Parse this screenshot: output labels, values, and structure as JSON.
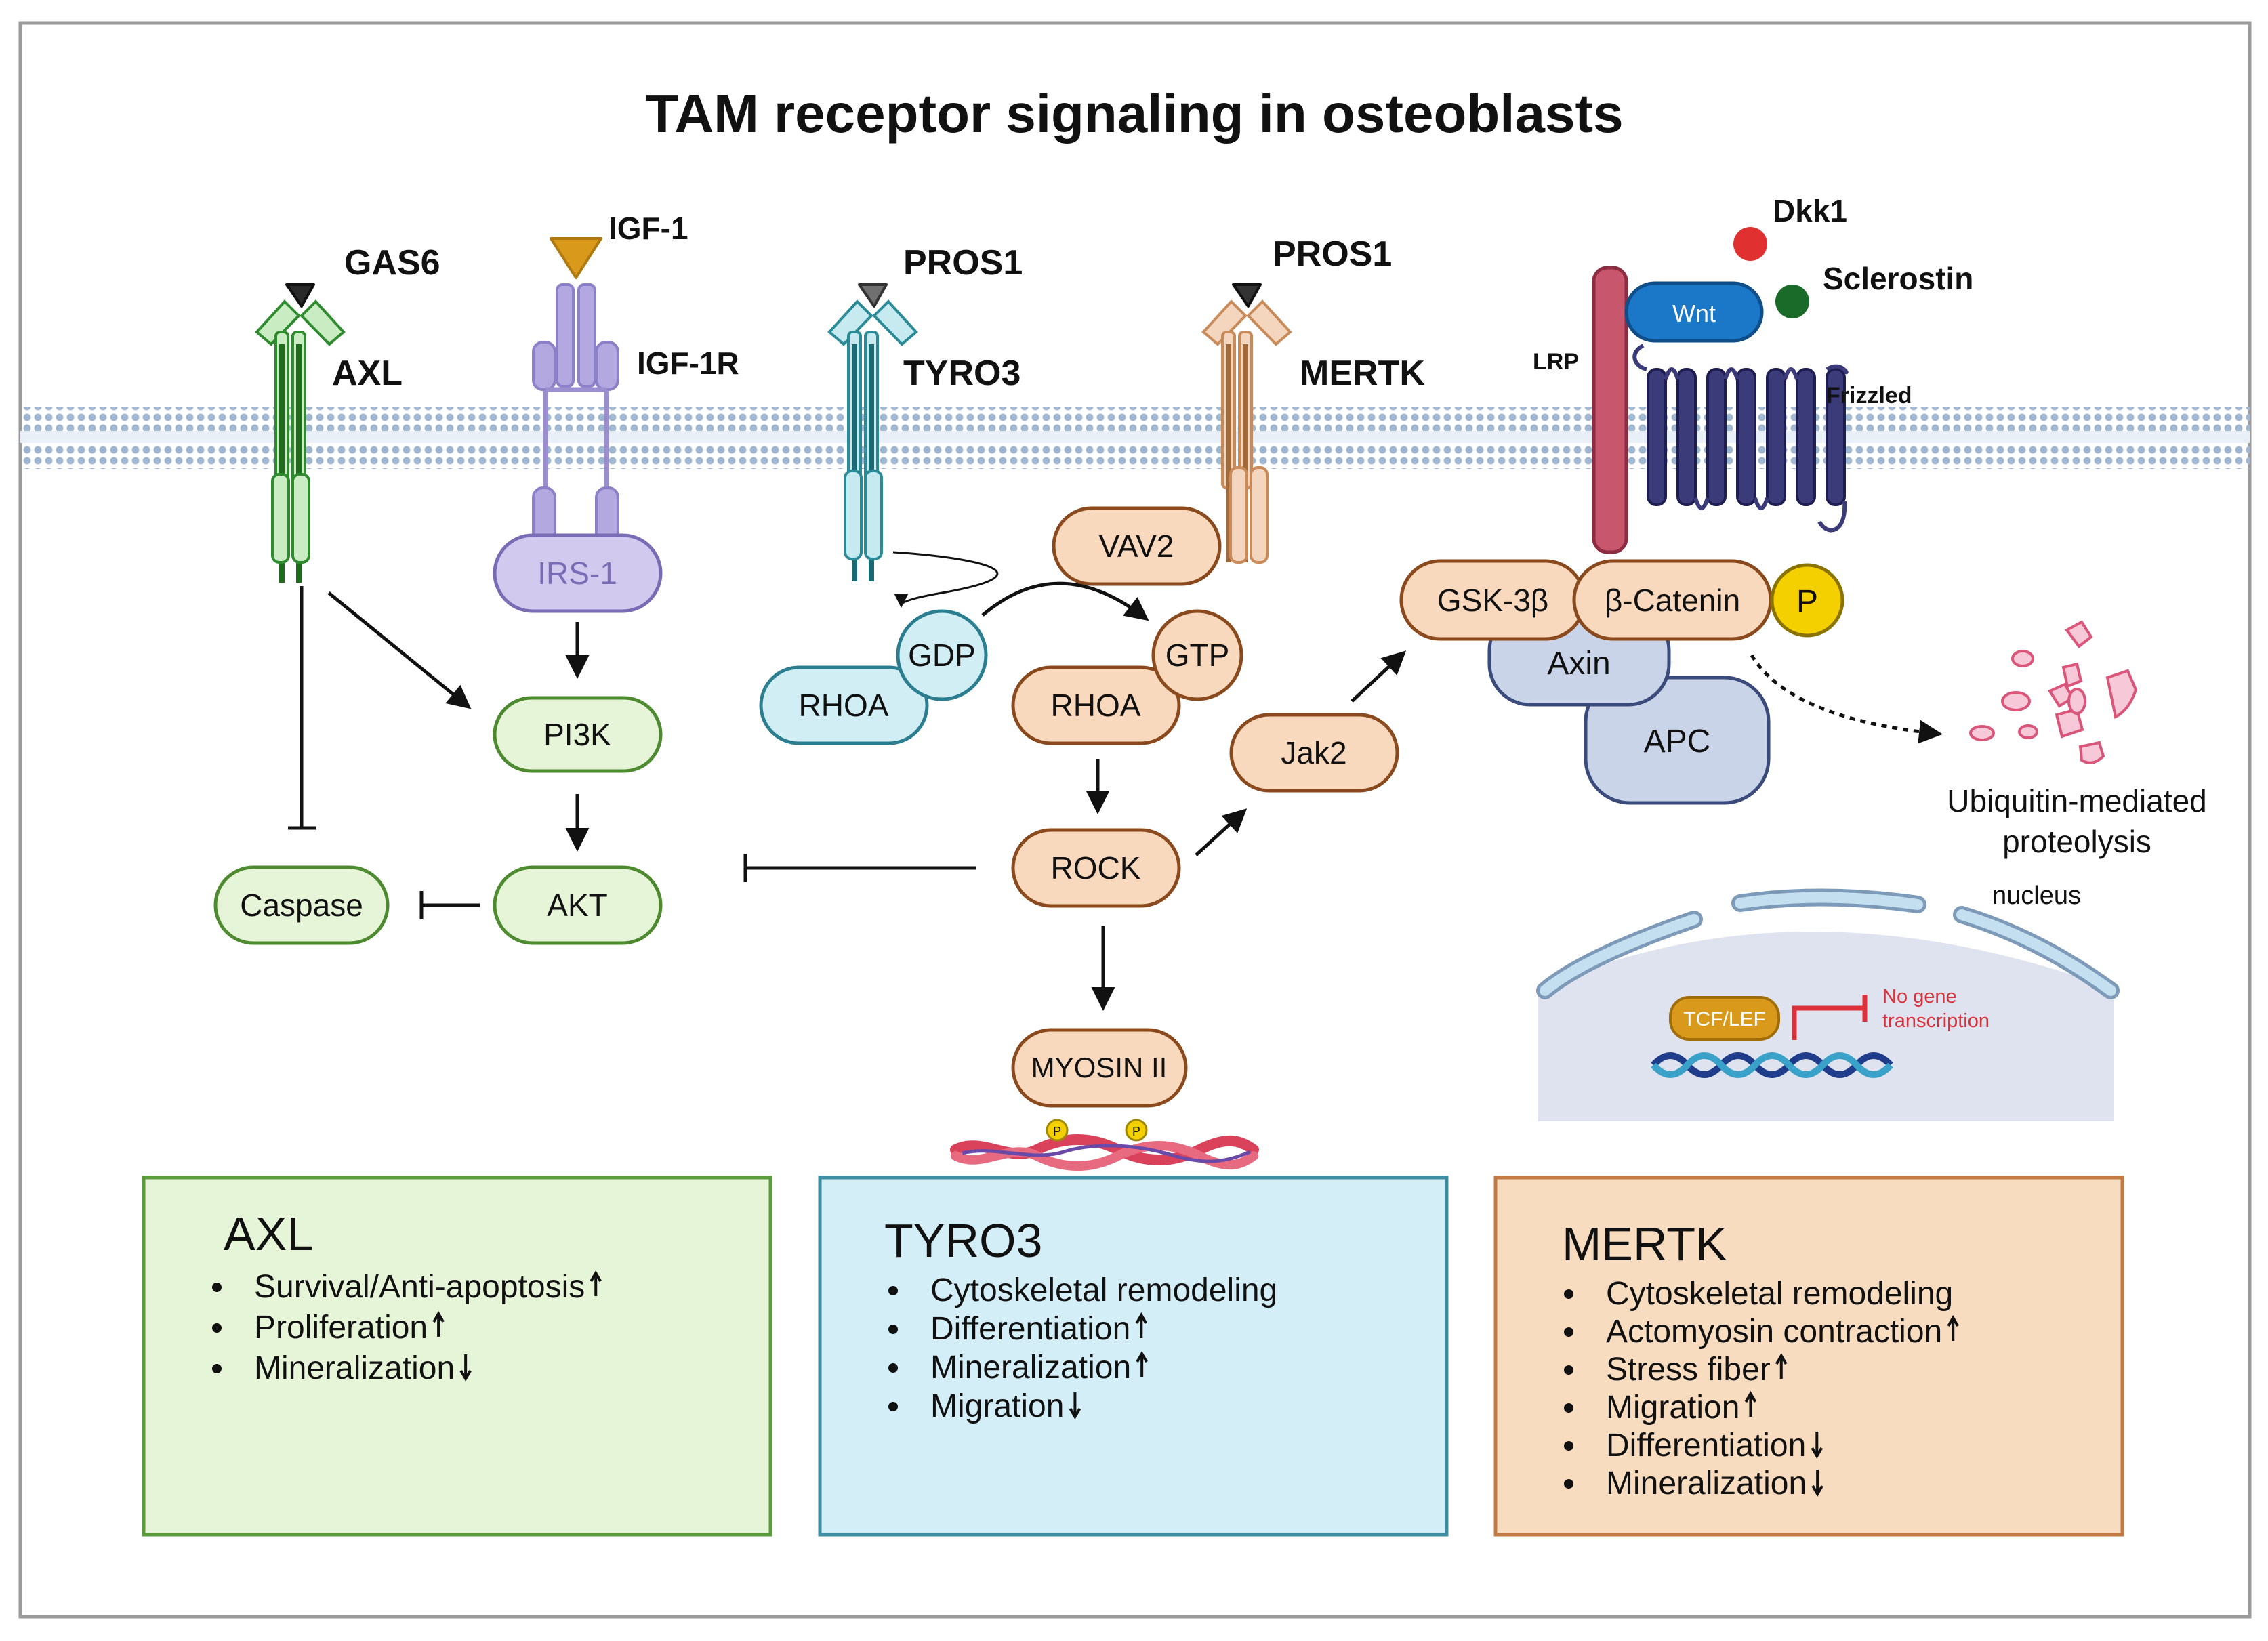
{
  "title": "TAM receptor signaling in osteoblasts",
  "membrane_labels": {
    "gas6": "GAS6",
    "axl": "AXL",
    "igf1": "IGF-1",
    "igf1r": "IGF-1R",
    "pros1_a": "PROS1",
    "tyro3": "TYRO3",
    "pros1_b": "PROS1",
    "mertk": "MERTK",
    "dkk1": "Dkk1",
    "sclerostin": "Sclerostin",
    "lrp": "LRP",
    "wnt": "Wnt",
    "frizzled": "Frizzled"
  },
  "nodes": {
    "irs1": "IRS-1",
    "pi3k": "PI3K",
    "akt": "AKT",
    "caspase": "Caspase",
    "vav2": "VAV2",
    "gdp": "GDP",
    "rhoa_inactive": "RHOA",
    "gtp": "GTP",
    "rhoa_active": "RHOA",
    "rock": "ROCK",
    "jak2": "Jak2",
    "myosin": "MYOSIN II",
    "gsk3b": "GSK-3β",
    "bcatenin": "β-Catenin",
    "phospho": "P",
    "axin": "Axin",
    "apc": "APC",
    "tcf_lef": "TCF/LEF",
    "myosin_p1": "P",
    "myosin_p2": "P"
  },
  "annotations": {
    "ubiquitin": [
      "Ubiquitin-mediated",
      "proteolysis"
    ],
    "nucleus": "nucleus",
    "no_transcription": [
      "No gene",
      "transcription"
    ]
  },
  "boxes": {
    "axl": {
      "title": "AXL",
      "items": [
        "Survival/Anti-apoptosis",
        "Proliferation",
        "Mineralization"
      ],
      "arrows": [
        "up",
        "up",
        "down"
      ],
      "fill": "#e6f4d8",
      "stroke": "#5a9c3a"
    },
    "tyro3": {
      "title": "TYRO3",
      "items": [
        "Cytoskeletal remodeling",
        "Differentiation",
        "Mineralization",
        "Migration"
      ],
      "arrows": [
        "",
        "up",
        "up",
        "down"
      ],
      "fill": "#d3eef6",
      "stroke": "#3e8ea3"
    },
    "mertk": {
      "title": "MERTK",
      "items": [
        "Cytoskeletal remodeling",
        "Actomyosin contraction",
        "Stress fiber",
        "Migration",
        "Differentiation",
        "Mineralization"
      ],
      "arrows": [
        "",
        "up",
        "up",
        "up",
        "down",
        "down"
      ],
      "fill": "#f8dcc0",
      "stroke": "#c47a40"
    }
  },
  "colors": {
    "axl_receptor": "#2e8b2e",
    "igf1r_receptor": "#9b8fd0",
    "tyro3_receptor": "#2a8a96",
    "mertk_receptor": "#c98a5a",
    "green_node_fill": "#e6f4d8",
    "green_node_stroke": "#4e8a30",
    "orange_node_fill": "#f8d9bd",
    "orange_node_stroke": "#8a4a1e",
    "blue_node_fill": "#d2eef5",
    "blue_node_stroke": "#2b7d90",
    "membrane_lipid": "#9fb8d0",
    "dkk1": "#e03030",
    "sclerostin": "#1a6a2a",
    "wnt": "#1b78c8",
    "frizzled": "#3c3b7a",
    "lrp": "#c2566a",
    "phospho_fill": "#f5d000"
  }
}
